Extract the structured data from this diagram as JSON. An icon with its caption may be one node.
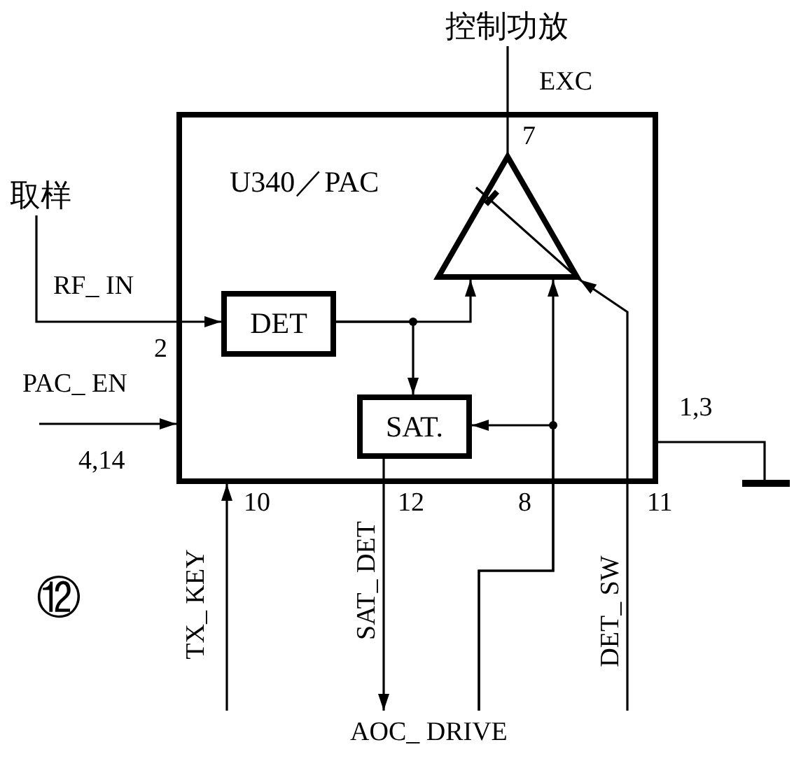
{
  "diagram": {
    "nodes": [
      {
        "text": [
          "U340／PAC"
        ]
      },
      {
        "text": [
          "DET"
        ],
        "in": 0
      },
      {
        "text": [
          "SAT."
        ],
        "in": 0
      },
      {
        "text": [],
        "shape": "triangle",
        "in": 0
      },
      {
        "text": [
          "取样"
        ]
      },
      {
        "text": [
          "控制功放"
        ]
      },
      {
        "text": [],
        "shape": "ground"
      }
    ],
    "edges": [
      {
        "from": 4,
        "to": 1,
        "arrow": "to",
        "label": "RF_ IN"
      },
      {
        "from": 1,
        "to": 3,
        "arrow": "to"
      },
      {
        "from": 1,
        "to": 2,
        "arrow": "to"
      },
      {
        "from": null,
        "to": 0,
        "arrow": "to",
        "label": "PAC_ EN"
      },
      {
        "from": null,
        "to": 0,
        "arrow": "to",
        "label": "TX_ KEY"
      },
      {
        "from": 2,
        "to": null,
        "arrow": "to",
        "label": "SAT_ DET"
      },
      {
        "from": null,
        "to": 3,
        "arrow": "to",
        "label": "AOC_ DRIVE"
      },
      {
        "from": null,
        "to": 2,
        "arrow": "to"
      },
      {
        "from": null,
        "to": 3,
        "arrow": "to",
        "label": "DET_ SW"
      },
      {
        "from": 3,
        "to": 5,
        "arrow": "none",
        "label": "EXC"
      },
      {
        "from": 0,
        "to": 6,
        "arrow": "none"
      }
    ],
    "labels": [
      "7",
      "2",
      "4,14",
      "1,3",
      "10",
      "12",
      "8",
      "11",
      "⑫"
    ]
  }
}
